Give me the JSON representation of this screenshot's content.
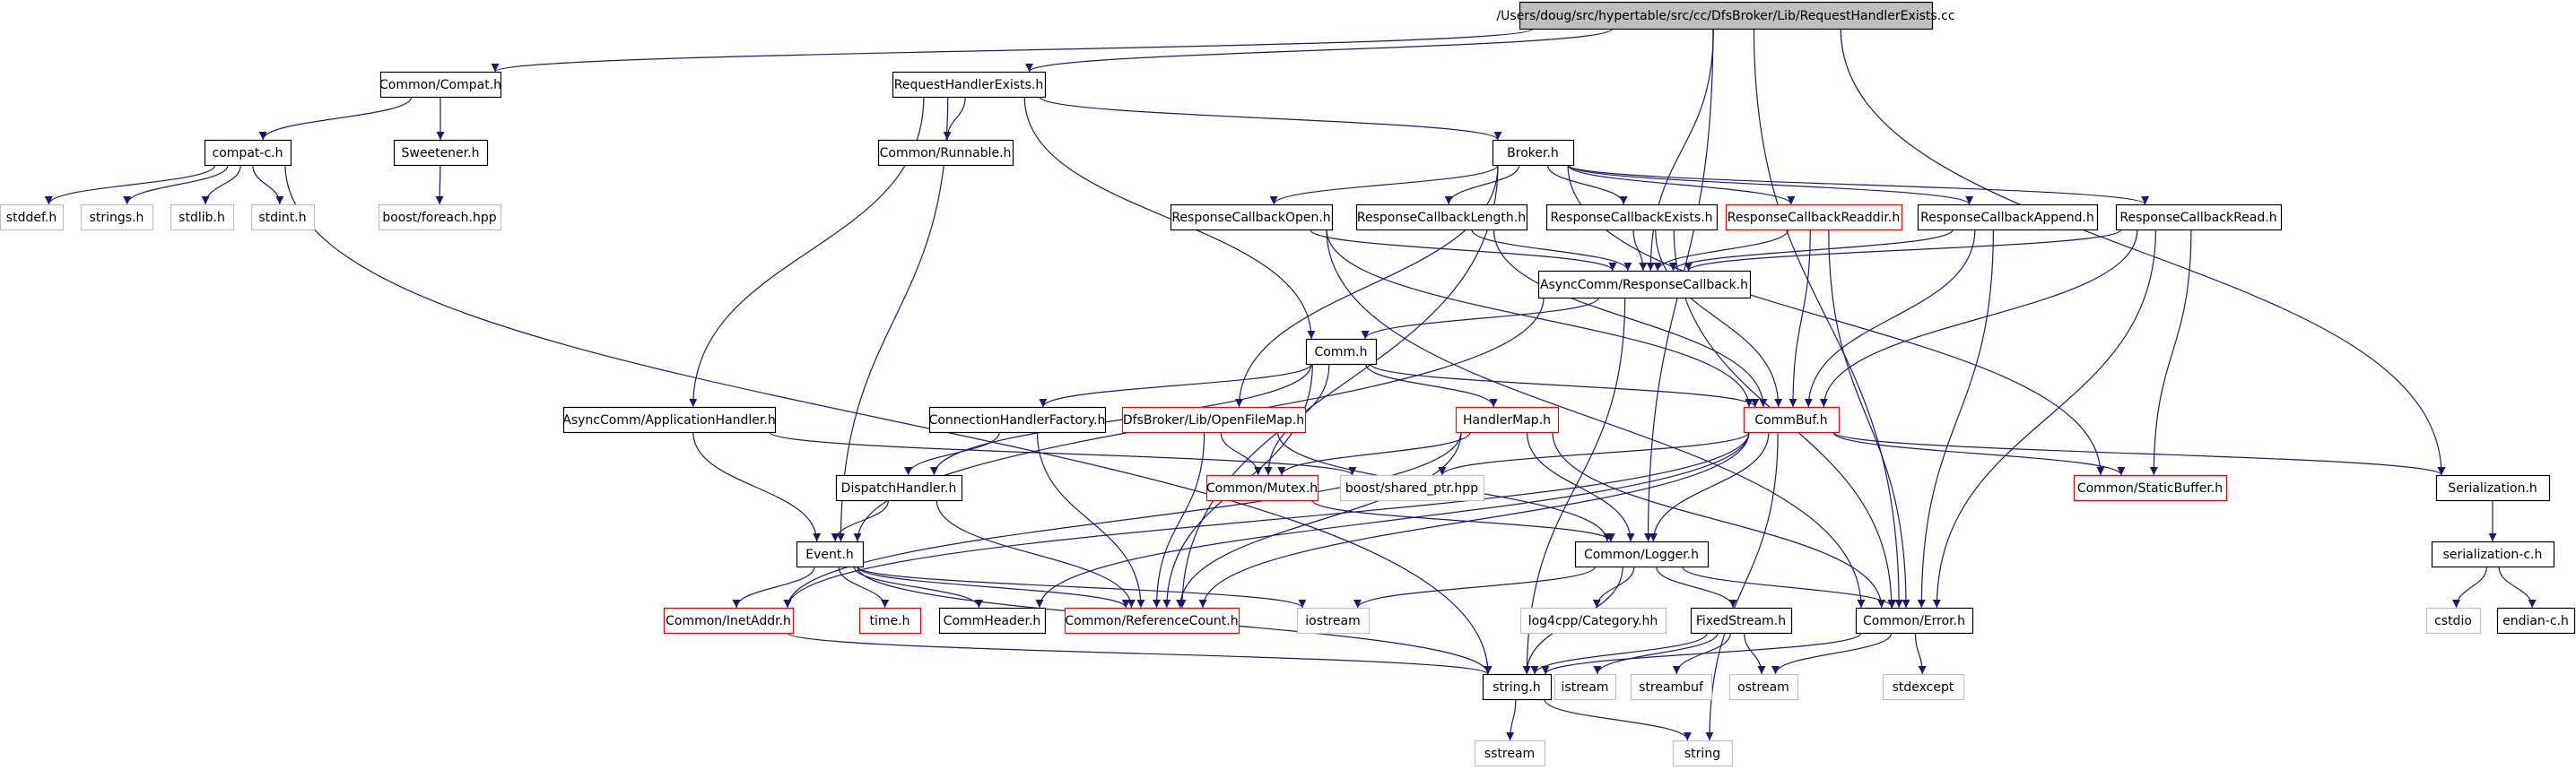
{
  "colors": {
    "edge": "#191970",
    "box_black": "#000000",
    "box_red": "#ff0000",
    "box_gray": "#bfbfbf",
    "root_fill": "#bfbfbf",
    "text": "#000000"
  },
  "nodes": [
    {
      "id": "root",
      "label": "/Users/doug/src/hypertable/src/cc/DfsBroker/Lib/RequestHandlerExists.cc",
      "style": "root"
    },
    {
      "id": "compat",
      "label": "Common/Compat.h",
      "style": "black"
    },
    {
      "id": "rhexists",
      "label": "RequestHandlerExists.h",
      "style": "black"
    },
    {
      "id": "compatc",
      "label": "compat-c.h",
      "style": "black"
    },
    {
      "id": "sweetener",
      "label": "Sweetener.h",
      "style": "black"
    },
    {
      "id": "runnable",
      "label": "Common/Runnable.h",
      "style": "black"
    },
    {
      "id": "broker",
      "label": "Broker.h",
      "style": "black"
    },
    {
      "id": "stddef",
      "label": "stddef.h",
      "style": "gray"
    },
    {
      "id": "strings",
      "label": "strings.h",
      "style": "gray"
    },
    {
      "id": "stdlib",
      "label": "stdlib.h",
      "style": "gray"
    },
    {
      "id": "stdint",
      "label": "stdint.h",
      "style": "gray"
    },
    {
      "id": "foreach",
      "label": "boost/foreach.hpp",
      "style": "gray"
    },
    {
      "id": "rcopen",
      "label": "ResponseCallbackOpen.h",
      "style": "black"
    },
    {
      "id": "rclength",
      "label": "ResponseCallbackLength.h",
      "style": "black"
    },
    {
      "id": "rcexists",
      "label": "ResponseCallbackExists.h",
      "style": "black"
    },
    {
      "id": "rcreaddir",
      "label": "ResponseCallbackReaddir.h",
      "style": "red"
    },
    {
      "id": "rcappend",
      "label": "ResponseCallbackAppend.h",
      "style": "black"
    },
    {
      "id": "rcread",
      "label": "ResponseCallbackRead.h",
      "style": "black"
    },
    {
      "id": "asyncrc",
      "label": "AsyncComm/ResponseCallback.h",
      "style": "black"
    },
    {
      "id": "comm",
      "label": "Comm.h",
      "style": "black"
    },
    {
      "id": "apphandler",
      "label": "AsyncComm/ApplicationHandler.h",
      "style": "black"
    },
    {
      "id": "connfactory",
      "label": "ConnectionHandlerFactory.h",
      "style": "black"
    },
    {
      "id": "openfilemap",
      "label": "DfsBroker/Lib/OpenFileMap.h",
      "style": "red"
    },
    {
      "id": "handlermap",
      "label": "HandlerMap.h",
      "style": "red"
    },
    {
      "id": "commbuf",
      "label": "CommBuf.h",
      "style": "red"
    },
    {
      "id": "dispatch",
      "label": "DispatchHandler.h",
      "style": "black"
    },
    {
      "id": "mutex",
      "label": "Common/Mutex.h",
      "style": "red"
    },
    {
      "id": "sharedptr",
      "label": "boost/shared_ptr.hpp",
      "style": "gray"
    },
    {
      "id": "staticbuf",
      "label": "Common/StaticBuffer.h",
      "style": "red"
    },
    {
      "id": "serialization",
      "label": "Serialization.h",
      "style": "black"
    },
    {
      "id": "event",
      "label": "Event.h",
      "style": "black"
    },
    {
      "id": "logger",
      "label": "Common/Logger.h",
      "style": "black"
    },
    {
      "id": "serializationc",
      "label": "serialization-c.h",
      "style": "black"
    },
    {
      "id": "inetaddr",
      "label": "Common/InetAddr.h",
      "style": "red"
    },
    {
      "id": "timeh",
      "label": "time.h",
      "style": "red"
    },
    {
      "id": "commheader",
      "label": "CommHeader.h",
      "style": "black"
    },
    {
      "id": "refcount",
      "label": "Common/ReferenceCount.h",
      "style": "red"
    },
    {
      "id": "iostream",
      "label": "iostream",
      "style": "gray"
    },
    {
      "id": "log4cpp",
      "label": "log4cpp/Category.hh",
      "style": "gray"
    },
    {
      "id": "fixedstream",
      "label": "FixedStream.h",
      "style": "black"
    },
    {
      "id": "error",
      "label": "Common/Error.h",
      "style": "black"
    },
    {
      "id": "cstdio",
      "label": "cstdio",
      "style": "gray"
    },
    {
      "id": "endianc",
      "label": "endian-c.h",
      "style": "black"
    },
    {
      "id": "stringh",
      "label": "string.h",
      "style": "black"
    },
    {
      "id": "istream",
      "label": "istream",
      "style": "gray"
    },
    {
      "id": "streambuf",
      "label": "streambuf",
      "style": "gray"
    },
    {
      "id": "ostream",
      "label": "ostream",
      "style": "gray"
    },
    {
      "id": "stdexcept",
      "label": "stdexcept",
      "style": "gray"
    },
    {
      "id": "sstream",
      "label": "sstream",
      "style": "gray"
    },
    {
      "id": "string",
      "label": "string",
      "style": "gray"
    }
  ],
  "edges": [
    [
      "root",
      "compat"
    ],
    [
      "root",
      "rhexists"
    ],
    [
      "root",
      "asyncrc"
    ],
    [
      "root",
      "logger"
    ],
    [
      "root",
      "error"
    ],
    [
      "root",
      "serialization"
    ],
    [
      "compat",
      "compatc"
    ],
    [
      "compat",
      "sweetener"
    ],
    [
      "compatc",
      "stddef"
    ],
    [
      "compatc",
      "strings"
    ],
    [
      "compatc",
      "stdlib"
    ],
    [
      "compatc",
      "stdint"
    ],
    [
      "compatc",
      "stringh"
    ],
    [
      "sweetener",
      "foreach"
    ],
    [
      "rhexists",
      "runnable"
    ],
    [
      "rhexists",
      "broker"
    ],
    [
      "rhexists",
      "apphandler"
    ],
    [
      "rhexists",
      "comm"
    ],
    [
      "rhexists",
      "event"
    ],
    [
      "broker",
      "rcopen"
    ],
    [
      "broker",
      "rclength"
    ],
    [
      "broker",
      "rcexists"
    ],
    [
      "broker",
      "rcreaddir"
    ],
    [
      "broker",
      "rcappend"
    ],
    [
      "broker",
      "rcread"
    ],
    [
      "broker",
      "openfilemap"
    ],
    [
      "broker",
      "refcount"
    ],
    [
      "broker",
      "staticbuf"
    ],
    [
      "rcopen",
      "asyncrc"
    ],
    [
      "rcopen",
      "commbuf"
    ],
    [
      "rcopen",
      "error"
    ],
    [
      "rclength",
      "asyncrc"
    ],
    [
      "rclength",
      "commbuf"
    ],
    [
      "rcexists",
      "asyncrc"
    ],
    [
      "rcexists",
      "commbuf"
    ],
    [
      "rcexists",
      "error"
    ],
    [
      "rcreaddir",
      "asyncrc"
    ],
    [
      "rcreaddir",
      "commbuf"
    ],
    [
      "rcreaddir",
      "error"
    ],
    [
      "rcappend",
      "asyncrc"
    ],
    [
      "rcappend",
      "commbuf"
    ],
    [
      "rcappend",
      "error"
    ],
    [
      "rcread",
      "asyncrc"
    ],
    [
      "rcread",
      "commbuf"
    ],
    [
      "rcread",
      "staticbuf"
    ],
    [
      "rcread",
      "error"
    ],
    [
      "asyncrc",
      "comm"
    ],
    [
      "asyncrc",
      "event"
    ],
    [
      "asyncrc",
      "stringh"
    ],
    [
      "comm",
      "connfactory"
    ],
    [
      "comm",
      "dispatch"
    ],
    [
      "comm",
      "handlermap"
    ],
    [
      "comm",
      "commbuf"
    ],
    [
      "comm",
      "mutex"
    ],
    [
      "comm",
      "refcount"
    ],
    [
      "apphandler",
      "event"
    ],
    [
      "apphandler",
      "sharedptr"
    ],
    [
      "connfactory",
      "dispatch"
    ],
    [
      "connfactory",
      "refcount"
    ],
    [
      "openfilemap",
      "mutex"
    ],
    [
      "openfilemap",
      "refcount"
    ],
    [
      "openfilemap",
      "logger"
    ],
    [
      "handlermap",
      "mutex"
    ],
    [
      "handlermap",
      "inetaddr"
    ],
    [
      "handlermap",
      "logger"
    ],
    [
      "handlermap",
      "refcount"
    ],
    [
      "handlermap",
      "error"
    ],
    [
      "commbuf",
      "sharedptr"
    ],
    [
      "commbuf",
      "staticbuf"
    ],
    [
      "commbuf",
      "serialization"
    ],
    [
      "commbuf",
      "logger"
    ],
    [
      "commbuf",
      "inetaddr"
    ],
    [
      "commbuf",
      "commheader"
    ],
    [
      "commbuf",
      "refcount"
    ],
    [
      "commbuf",
      "string"
    ],
    [
      "dispatch",
      "event"
    ],
    [
      "dispatch",
      "refcount"
    ],
    [
      "mutex",
      "logger"
    ],
    [
      "event",
      "inetaddr"
    ],
    [
      "event",
      "timeh"
    ],
    [
      "event",
      "commheader"
    ],
    [
      "event",
      "refcount"
    ],
    [
      "event",
      "iostream"
    ],
    [
      "event",
      "stringh"
    ],
    [
      "logger",
      "iostream"
    ],
    [
      "logger",
      "log4cpp"
    ],
    [
      "logger",
      "fixedstream"
    ],
    [
      "logger",
      "error"
    ],
    [
      "logger",
      "stringh"
    ],
    [
      "fixedstream",
      "stringh"
    ],
    [
      "fixedstream",
      "istream"
    ],
    [
      "fixedstream",
      "streambuf"
    ],
    [
      "fixedstream",
      "ostream"
    ],
    [
      "error",
      "stringh"
    ],
    [
      "error",
      "ostream"
    ],
    [
      "error",
      "stdexcept"
    ],
    [
      "serialization",
      "serializationc"
    ],
    [
      "serializationc",
      "cstdio"
    ],
    [
      "serializationc",
      "endianc"
    ],
    [
      "inetaddr",
      "stringh"
    ],
    [
      "stringh",
      "sstream"
    ],
    [
      "stringh",
      "string"
    ]
  ]
}
